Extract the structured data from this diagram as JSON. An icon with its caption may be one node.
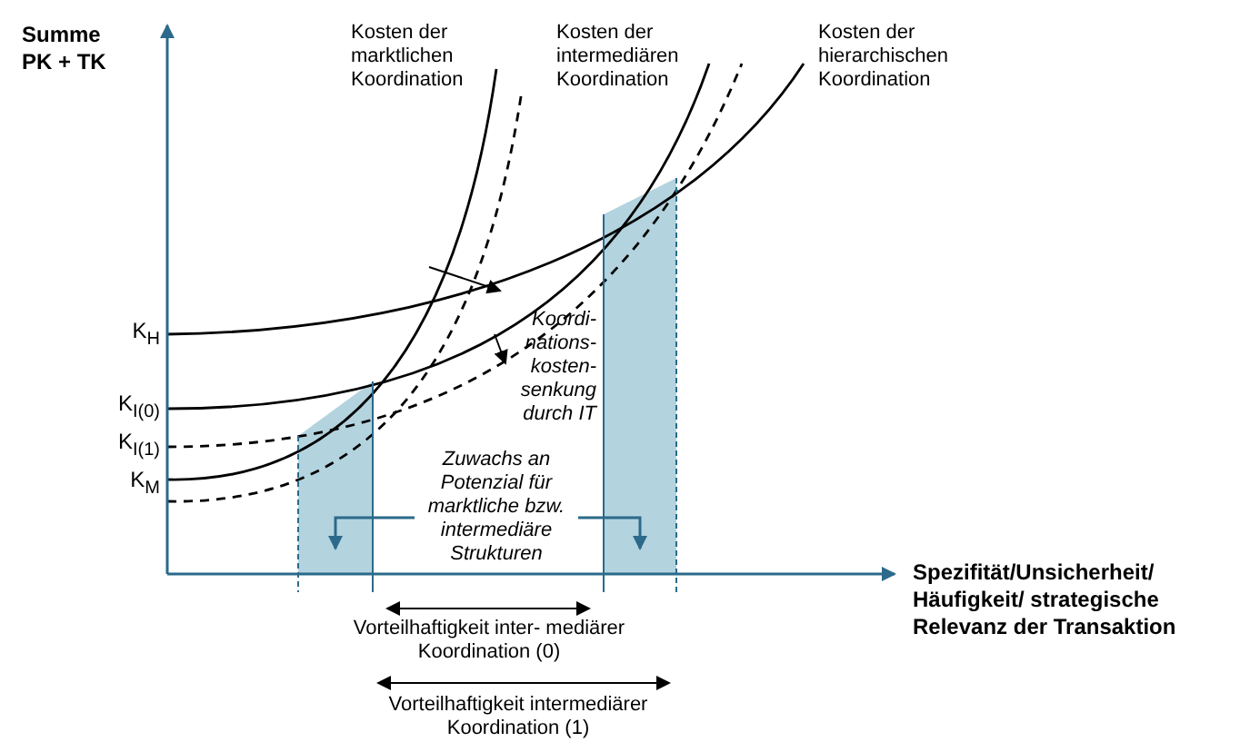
{
  "diagram": {
    "nodes": [
      {
        "text": [
          "Zuwachs an Potenzial für marktliche bzw. intermediäre Strukturen"
        ]
      },
      {
        "text": [],
        "shape": "box"
      },
      {
        "text": [],
        "shape": "box"
      }
    ],
    "edges": [
      {
        "from": 0,
        "to": 1,
        "arrow": "to"
      },
      {
        "from": 0,
        "to": 2,
        "arrow": "to"
      }
    ],
    "labels": [
      "Summe PK + TK",
      "Kosten der marktlichen Koordination",
      "Kosten der intermediären Koordination",
      "Kosten der hierarchischen Koordination",
      "K$_{H}$",
      "K$_{I(0)}$",
      "K$_{I(1)}$",
      "K$_{M}$",
      "Koordi- nations- kosten- senkung durch IT",
      "Spezifität/Unsicherheit/ Häufigkeit/ strategische Relevanz der Transaktion",
      "Vorteilhaftigkeit inter- mediärer Koordination (0)",
      "Vorteilhaftigkeit intermediärer Koordination (1)"
    ]
  }
}
